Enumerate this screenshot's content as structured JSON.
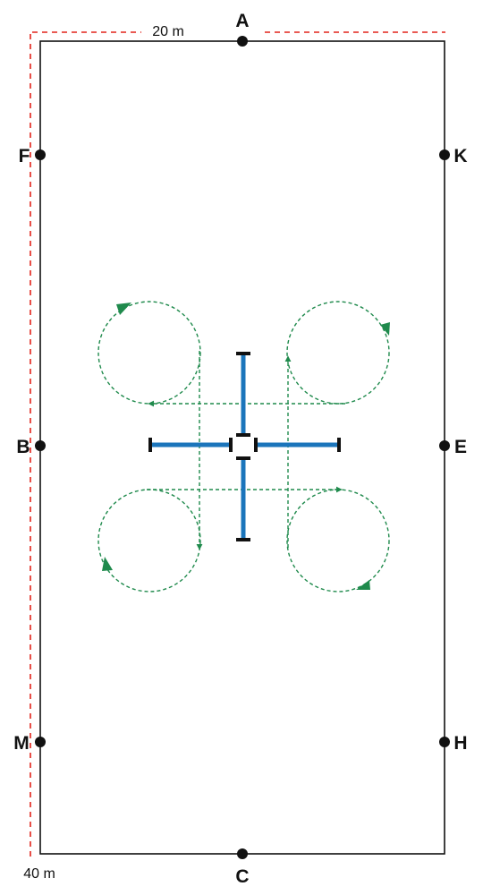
{
  "arena": {
    "dimensions": {
      "width_label": "20 m",
      "length_label": "40 m"
    },
    "markers": [
      {
        "key": "A",
        "label": "A"
      },
      {
        "key": "K",
        "label": "K"
      },
      {
        "key": "E",
        "label": "E"
      },
      {
        "key": "H",
        "label": "H"
      },
      {
        "key": "C",
        "label": "C"
      },
      {
        "key": "M",
        "label": "M"
      },
      {
        "key": "B",
        "label": "B"
      },
      {
        "key": "F",
        "label": "F"
      }
    ]
  },
  "colors": {
    "border": "#111111",
    "dimension_line": "#e2231a",
    "poles": "#1b75bb",
    "path": "#1f8a4c",
    "markers": "#111111"
  },
  "icons": {
    "marker": "filled-circle",
    "pole_end": "black-bar",
    "path_arrow": "green-triangle"
  }
}
